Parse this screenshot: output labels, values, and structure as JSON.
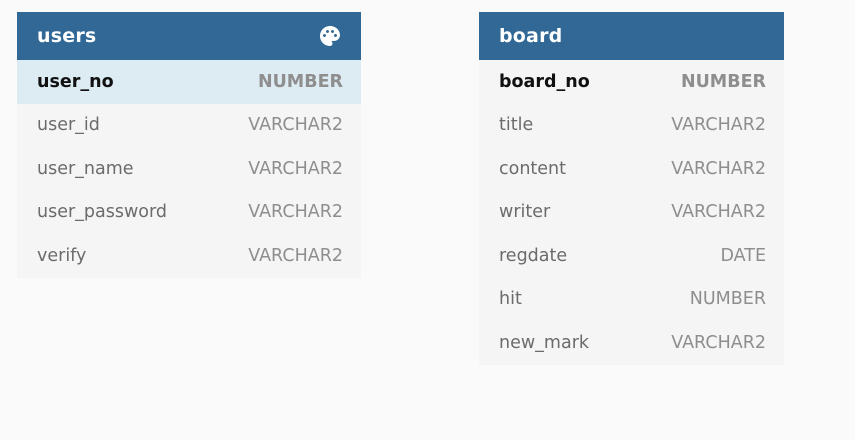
{
  "tables": [
    {
      "name": "users",
      "header_icon": "palette-icon",
      "columns": [
        {
          "name": "user_no",
          "type": "NUMBER",
          "primary_key": true
        },
        {
          "name": "user_id",
          "type": "VARCHAR2",
          "primary_key": false
        },
        {
          "name": "user_name",
          "type": "VARCHAR2",
          "primary_key": false
        },
        {
          "name": "user_password",
          "type": "VARCHAR2",
          "primary_key": false
        },
        {
          "name": "verify",
          "type": "VARCHAR2",
          "primary_key": false
        }
      ]
    },
    {
      "name": "board",
      "columns": [
        {
          "name": "board_no",
          "type": "NUMBER",
          "primary_key": true
        },
        {
          "name": "title",
          "type": "VARCHAR2",
          "primary_key": false
        },
        {
          "name": "content",
          "type": "VARCHAR2",
          "primary_key": false
        },
        {
          "name": "writer",
          "type": "VARCHAR2",
          "primary_key": false
        },
        {
          "name": "regdate",
          "type": "DATE",
          "primary_key": false
        },
        {
          "name": "hit",
          "type": "NUMBER",
          "primary_key": false
        },
        {
          "name": "new_mark",
          "type": "VARCHAR2",
          "primary_key": false
        }
      ]
    }
  ],
  "colors": {
    "header_background": "#316896",
    "header_text": "#ffffff",
    "body_background": "#f5f5f5",
    "selected_row_background": "#ddebf3",
    "canvas_background": "#fafafa"
  }
}
